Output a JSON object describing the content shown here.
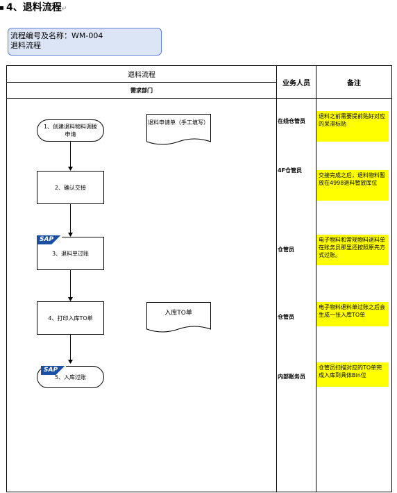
{
  "heading": {
    "title": "4、退料流程",
    "mark": "↵"
  },
  "info": {
    "line1": "流程编号及名称：WM-004",
    "line2": "退料流程"
  },
  "table": {
    "title": "退料流程",
    "sub": "需求部门",
    "col_staff": "业务人员",
    "col_note": "备注"
  },
  "steps": [
    {
      "label": "1、创建退料物料调拨申请"
    },
    {
      "label": "2、确认交接"
    },
    {
      "label": "3、退料单过账",
      "sap": "SAP"
    },
    {
      "label": "4、打印入库TO单"
    },
    {
      "label": "5、入库过账",
      "sap": "SAP"
    }
  ],
  "docs": [
    {
      "label": "退料申请单（手工填写）"
    },
    {
      "label": "入库TO单"
    }
  ],
  "roles": [
    "在线仓管员",
    "4F仓管员",
    "仓管员",
    "仓管员",
    "内部账务员"
  ],
  "notes": [
    "退料之前需要提前贴好对应的呆滞标贴",
    "交接完成之后，退料物料暂放在4998退料暂放库位",
    "电子物料和常规物料退料单在账务员那里还按照原先方式过账。",
    "电子物料退料单过账之后会生成一张入库TO单",
    "仓管员扫描对应的TO单完成入库到具体Bin位"
  ]
}
